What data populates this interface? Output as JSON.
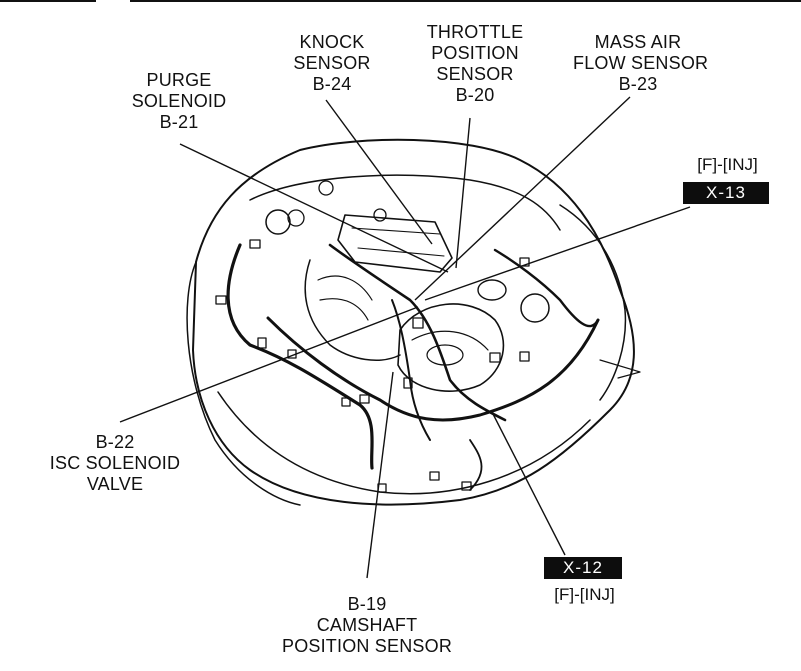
{
  "labels": {
    "purge_solenoid": [
      "PURGE",
      "SOLENOID",
      "B-21"
    ],
    "knock_sensor": [
      "KNOCK",
      "SENSOR",
      "B-24"
    ],
    "throttle_position_sensor": [
      "THROTTLE",
      "POSITION",
      "SENSOR",
      "B-20"
    ],
    "mass_air_flow_sensor": [
      "MASS AIR",
      "FLOW SENSOR",
      "B-23"
    ],
    "isc_solenoid_valve": [
      "B-22",
      "ISC SOLENOID",
      "VALVE"
    ],
    "camshaft_position_sensor": [
      "B-19",
      "CAMSHAFT",
      "POSITION SENSOR"
    ]
  },
  "connectors": {
    "x13": {
      "caption": "[F]-[INJ]",
      "code": "X-13"
    },
    "x12": {
      "caption": "[F]-[INJ]",
      "code": "X-12"
    }
  },
  "colors": {
    "ink": "#111111",
    "badge": "#0d0d0d",
    "paper": "#ffffff"
  }
}
